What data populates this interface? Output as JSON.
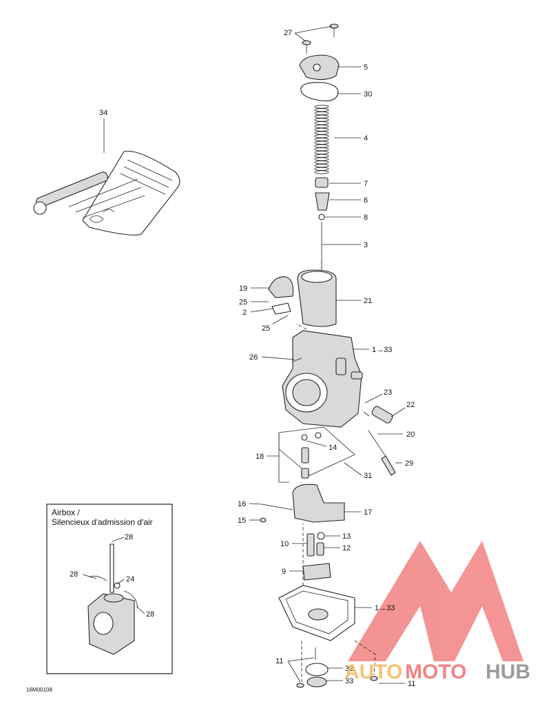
{
  "inset": {
    "title_line1": "Airbox /",
    "title_line2": "Silencieux d'admission d'air",
    "labels": [
      "28",
      "28",
      "24",
      "28"
    ]
  },
  "drawing_code": "16M00108",
  "callouts": [
    {
      "id": "c27",
      "text": "27"
    },
    {
      "id": "c5",
      "text": "5"
    },
    {
      "id": "c30",
      "text": "30"
    },
    {
      "id": "c4",
      "text": "4"
    },
    {
      "id": "c7",
      "text": "7"
    },
    {
      "id": "c6",
      "text": "6"
    },
    {
      "id": "c8",
      "text": "8"
    },
    {
      "id": "c3",
      "text": "3"
    },
    {
      "id": "c19",
      "text": "19"
    },
    {
      "id": "c25a",
      "text": "25"
    },
    {
      "id": "c2",
      "text": "2"
    },
    {
      "id": "c25b",
      "text": "25"
    },
    {
      "id": "c21",
      "text": "21"
    },
    {
      "id": "c1a",
      "text": "1→33"
    },
    {
      "id": "c26",
      "text": "26"
    },
    {
      "id": "c23",
      "text": "23"
    },
    {
      "id": "c22",
      "text": "22"
    },
    {
      "id": "c20",
      "text": "20"
    },
    {
      "id": "c18",
      "text": "18"
    },
    {
      "id": "c14",
      "text": "14"
    },
    {
      "id": "c29",
      "text": "29"
    },
    {
      "id": "c31",
      "text": "31"
    },
    {
      "id": "c16",
      "text": "16"
    },
    {
      "id": "c17",
      "text": "17"
    },
    {
      "id": "c15",
      "text": "15"
    },
    {
      "id": "c13",
      "text": "13"
    },
    {
      "id": "c10",
      "text": "10"
    },
    {
      "id": "c12",
      "text": "12"
    },
    {
      "id": "c9",
      "text": "9"
    },
    {
      "id": "c1b",
      "text": "1→33"
    },
    {
      "id": "c11a",
      "text": "11"
    },
    {
      "id": "c32",
      "text": "32"
    },
    {
      "id": "c33",
      "text": "33"
    },
    {
      "id": "c11b",
      "text": "11"
    },
    {
      "id": "c34",
      "text": "34"
    }
  ],
  "watermark": {
    "part1": "AUTO",
    "part2": "MOTO",
    "part3": "HUB",
    "color_red": "#f07070",
    "color_orange": "#f5b860",
    "color_gray": "#8a8a8a"
  }
}
